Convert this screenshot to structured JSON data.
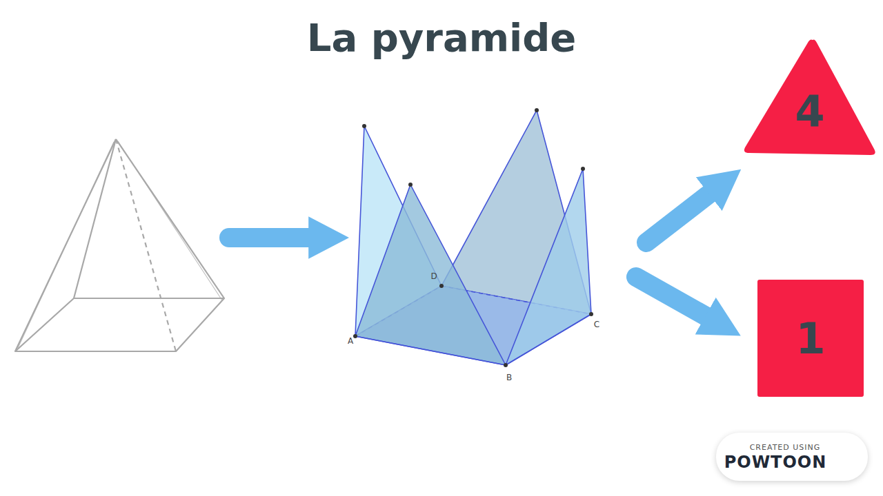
{
  "diagram": {
    "title": "La pyramide",
    "nodes": [
      {
        "text": [
          "4"
        ]
      },
      {
        "text": [
          "1"
        ]
      }
    ],
    "labels": [
      "D",
      "A",
      "B",
      "C",
      "CREATED USING",
      "POWTOON"
    ]
  }
}
